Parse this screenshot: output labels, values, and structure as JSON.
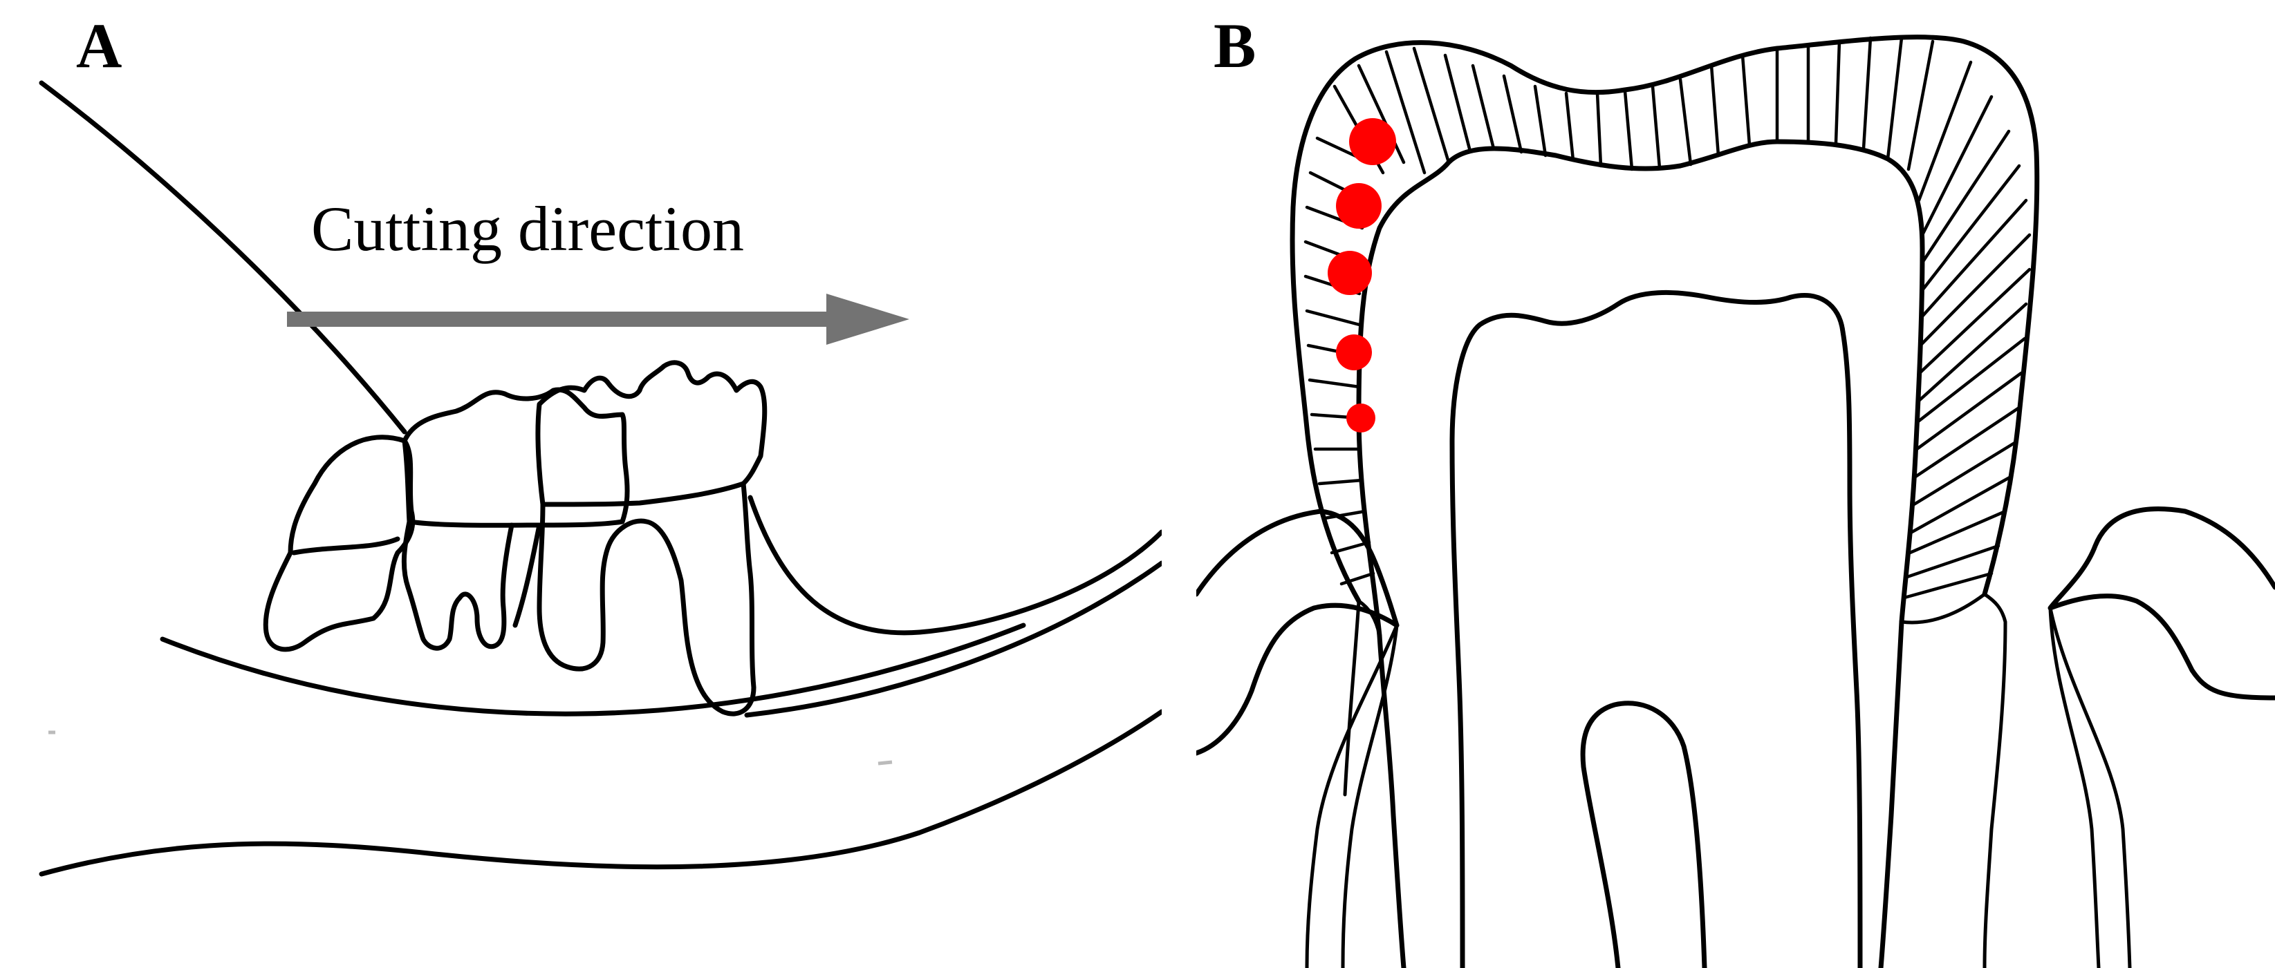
{
  "panels": {
    "a": {
      "label": "A",
      "arrow_label": "Cutting direction",
      "arrow_color": "#737373"
    },
    "b": {
      "label": "B",
      "dot_color": "#ff0000",
      "dot_count": 5
    }
  }
}
